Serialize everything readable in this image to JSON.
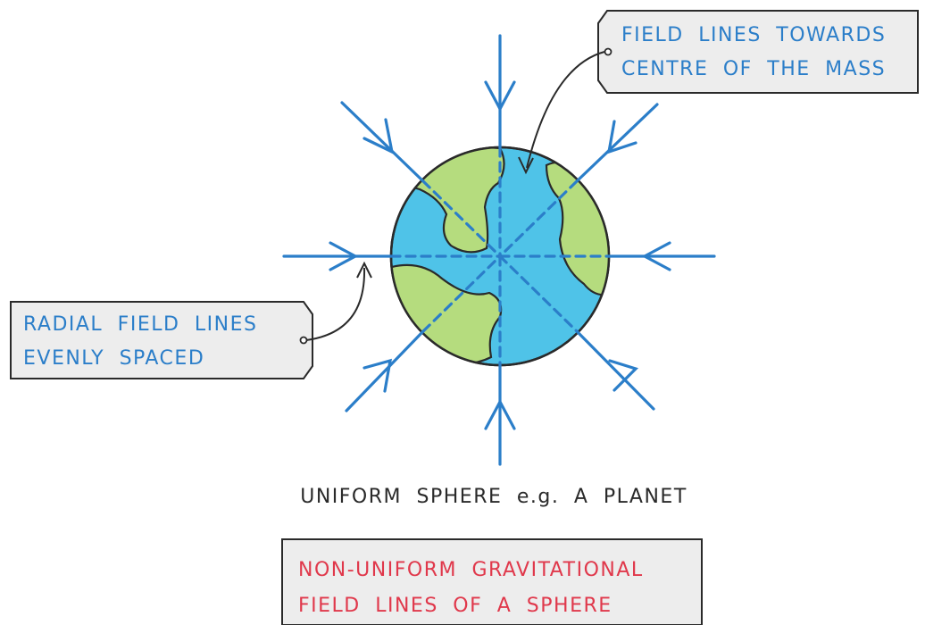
{
  "callouts": {
    "towards_centre": {
      "line1": "FIELD  LINES  TOWARDS",
      "line2": "CENTRE  OF  THE  MASS"
    },
    "radial": {
      "line1": "RADIAL  FIELD  LINES",
      "line2": "EVENLY  SPACED"
    }
  },
  "caption": "UNIFORM  SPHERE  e.g.  A  PLANET",
  "title_box": {
    "line1": "NON-UNIFORM  GRAVITATIONAL",
    "line2": "FIELD  LINES  OF  A  SPHERE"
  },
  "colors": {
    "field_line": "#2b7ec9",
    "label_text": "#2b7ec9",
    "title_text": "#e0384b",
    "ocean": "#4fc3e8",
    "land": "#b5dc7e",
    "box_fill": "#ededed",
    "outline": "#2a2a2a"
  }
}
